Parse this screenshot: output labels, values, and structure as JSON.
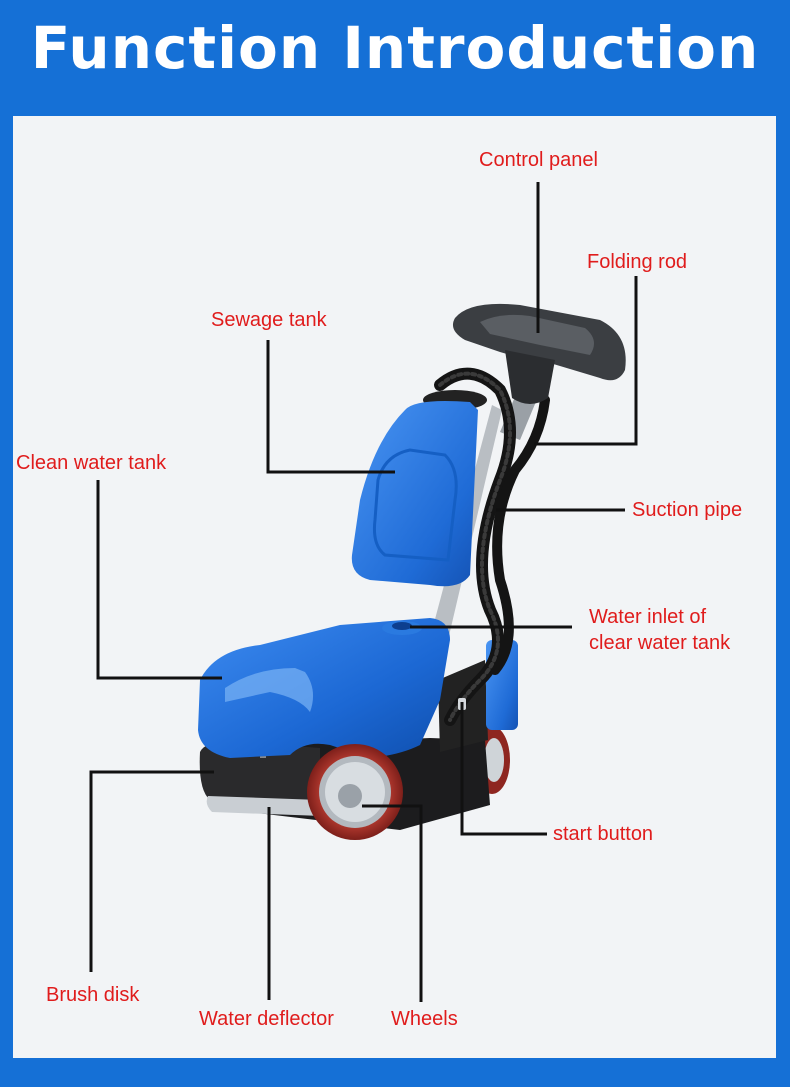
{
  "header": {
    "title": "Function Introduction"
  },
  "colors": {
    "background": "#1570d6",
    "panel": "#f2f4f6",
    "label_text": "#e01c1c",
    "leader_line": "#111111",
    "machine_blue": "#1f6fd8",
    "wheel_red": "#b8322b"
  },
  "labels": {
    "control_panel": "Control panel",
    "folding_rod": "Folding rod",
    "sewage_tank": "Sewage tank",
    "clean_water_tank": "Clean water tank",
    "suction_pipe": "Suction pipe",
    "water_inlet_line1": "Water inlet of",
    "water_inlet_line2": "clear water tank",
    "start_button": "start button",
    "brush_disk": "Brush disk",
    "water_deflector": "Water deflector",
    "wheels": "Wheels"
  }
}
